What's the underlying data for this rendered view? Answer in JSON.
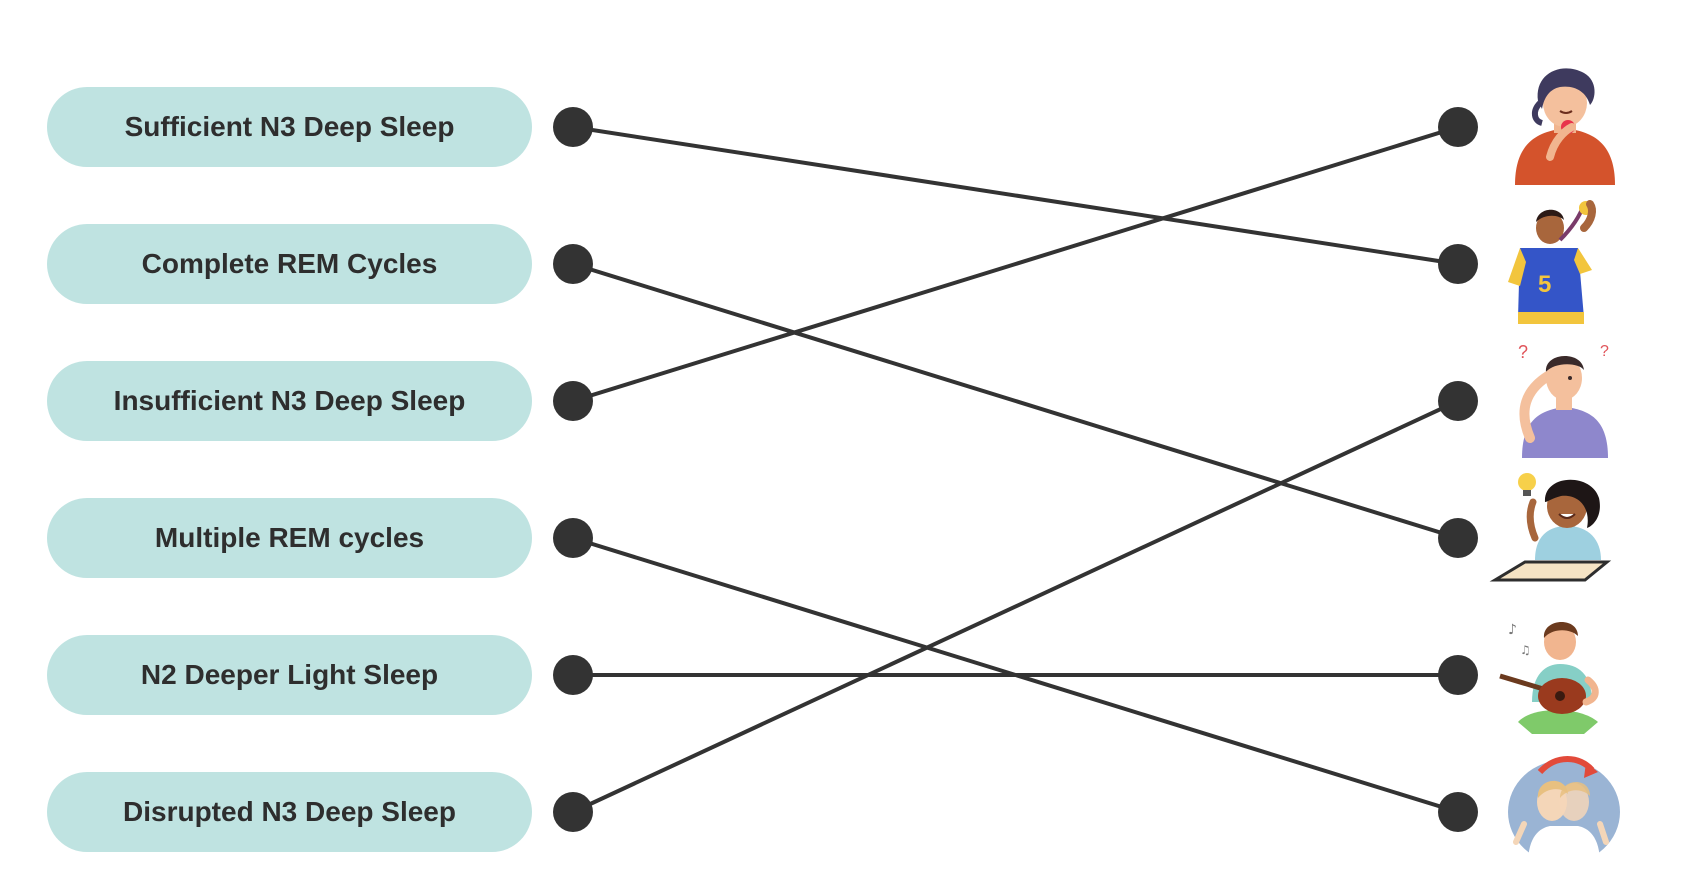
{
  "labels": [
    "Sufficient N3 Deep Sleep",
    "Complete REM Cycles",
    "Insufficient N3 Deep Sleep",
    "Multiple REM cycles",
    "N2 Deeper Light Sleep",
    "Disrupted N3 Deep Sleep"
  ],
  "pictures": [
    "woman-sore-throat-icon",
    "athlete-with-medal-icon",
    "confused-person-icon",
    "girl-with-idea-studying-icon",
    "boy-playing-guitar-icon",
    "double-vision-dizzy-icon"
  ],
  "connections": [
    {
      "from": 0,
      "to": 1
    },
    {
      "from": 1,
      "to": 3
    },
    {
      "from": 2,
      "to": 0
    },
    {
      "from": 3,
      "to": 5
    },
    {
      "from": 4,
      "to": 4
    },
    {
      "from": 5,
      "to": 2
    }
  ],
  "colors": {
    "pill": "#bfe3e1",
    "text": "#2e2e2e",
    "line": "#333333",
    "dot": "#333333"
  }
}
